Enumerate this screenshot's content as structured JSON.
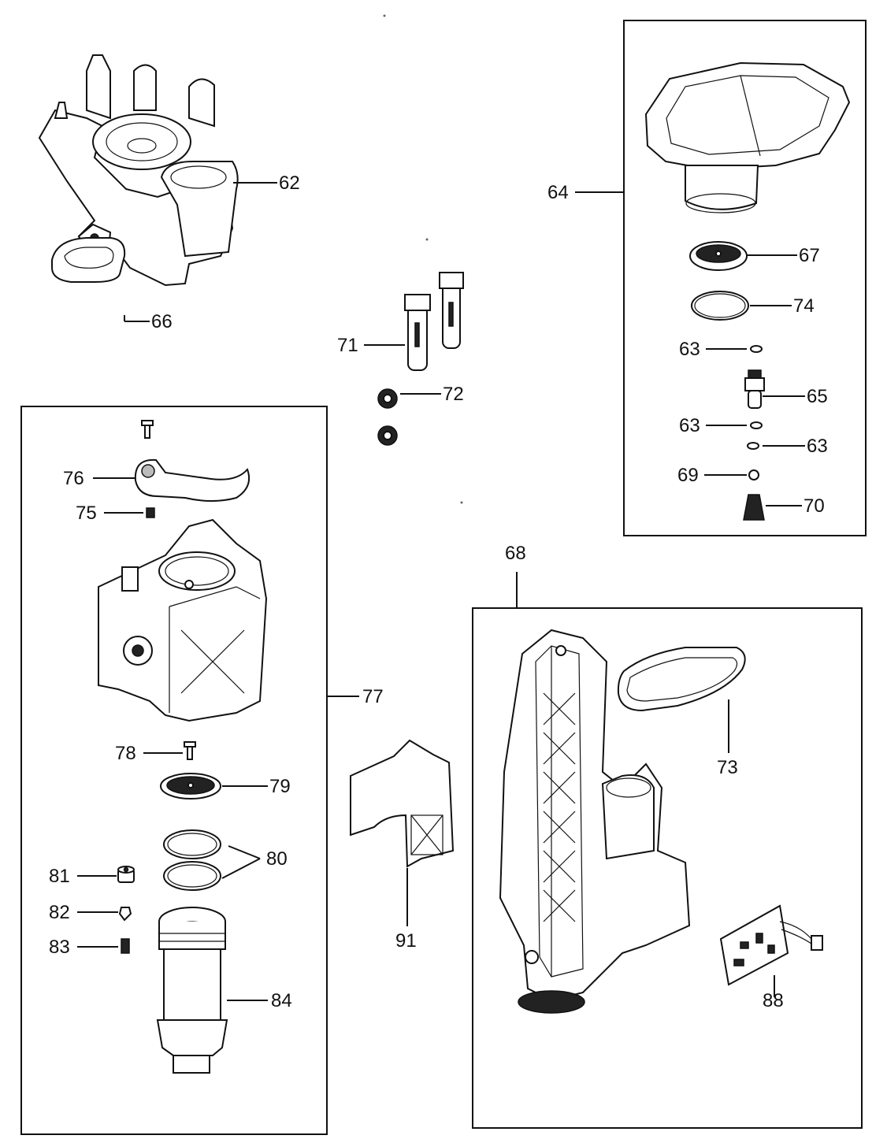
{
  "callouts": {
    "c62": "62",
    "c64": "64",
    "c66": "66",
    "c67": "67",
    "c74": "74",
    "c63a": "63",
    "c65": "65",
    "c63b": "63",
    "c63c": "63",
    "c69": "69",
    "c70": "70",
    "c71": "71",
    "c72": "72",
    "c76": "76",
    "c75": "75",
    "c77": "77",
    "c78": "78",
    "c79": "79",
    "c80": "80",
    "c81": "81",
    "c82": "82",
    "c83": "83",
    "c84": "84",
    "c68": "68",
    "c73": "73",
    "c91": "91",
    "c88": "88"
  }
}
